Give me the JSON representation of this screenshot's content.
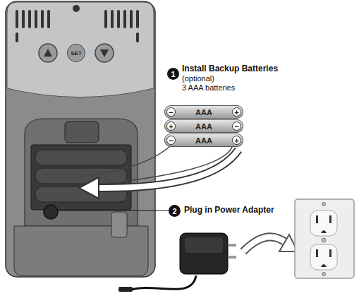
{
  "diagram": {
    "nodes": [
      {
        "text": [
          "SET"
        ]
      },
      {
        "text": [
          "1"
        ]
      },
      {
        "text": [
          "−",
          "AAA",
          "+"
        ]
      },
      {
        "text": [
          "+",
          "AAA",
          "−"
        ]
      },
      {
        "text": [
          "−",
          "AAA",
          "+"
        ]
      },
      {
        "text": [
          "2"
        ]
      }
    ],
    "labels": [
      "Install Backup Batteries",
      "(optional)",
      "3 AAA batteries",
      "Plug in Power Adapter"
    ]
  }
}
